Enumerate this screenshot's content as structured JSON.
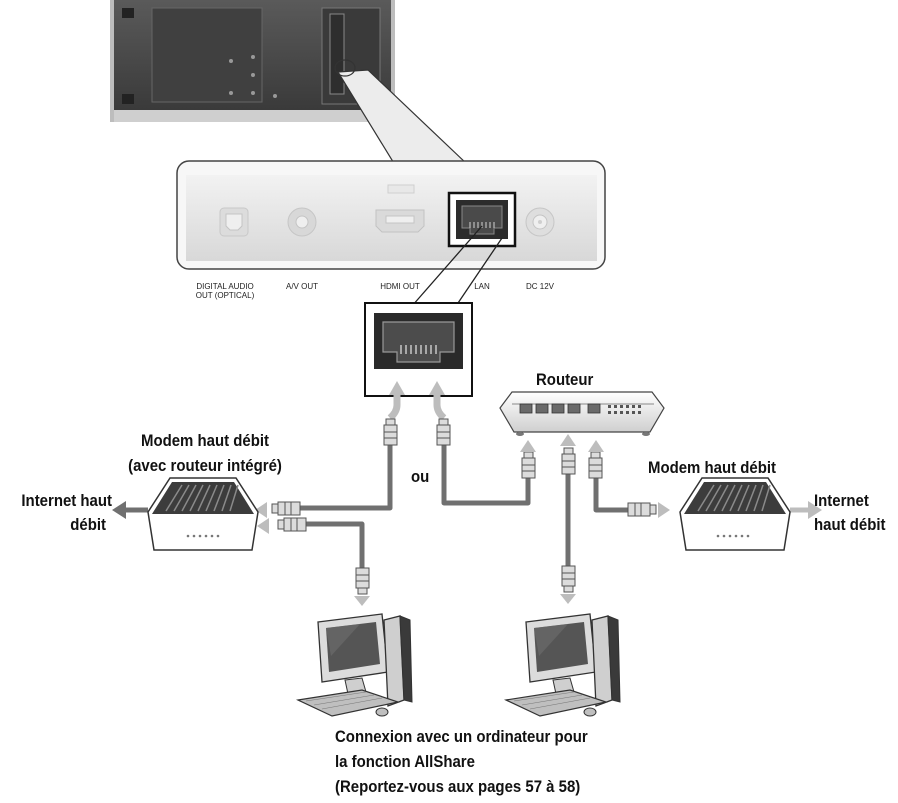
{
  "ports": {
    "digital_audio_line1": "DIGITAL AUDIO",
    "digital_audio_line2": "OUT (OPTICAL)",
    "av_out": "A/V OUT",
    "hdmi_out": "HDMI OUT",
    "lan": "LAN",
    "dc": "DC 12V"
  },
  "labels": {
    "routeur": "Routeur",
    "modem_integrated_line1": "Modem haut débit",
    "modem_integrated_line2": "(avec routeur intégré)",
    "modem": "Modem haut débit",
    "internet_left_line1": "Internet haut",
    "internet_left_line2": "débit",
    "internet_right_line1": "Internet",
    "internet_right_line2": "haut débit",
    "ou": "ou",
    "pc_caption_line1": "Connexion avec un ordinateur pour",
    "pc_caption_line2": "la fonction AllShare",
    "pc_caption_line3": "(Reportez-vous aux pages 57 à 58)"
  },
  "colors": {
    "cable_dark": "#6e6e6e",
    "cable_light": "#bdbdbd",
    "device_body": "#4a4a4a",
    "panel_bg": "#e6e6e6"
  }
}
